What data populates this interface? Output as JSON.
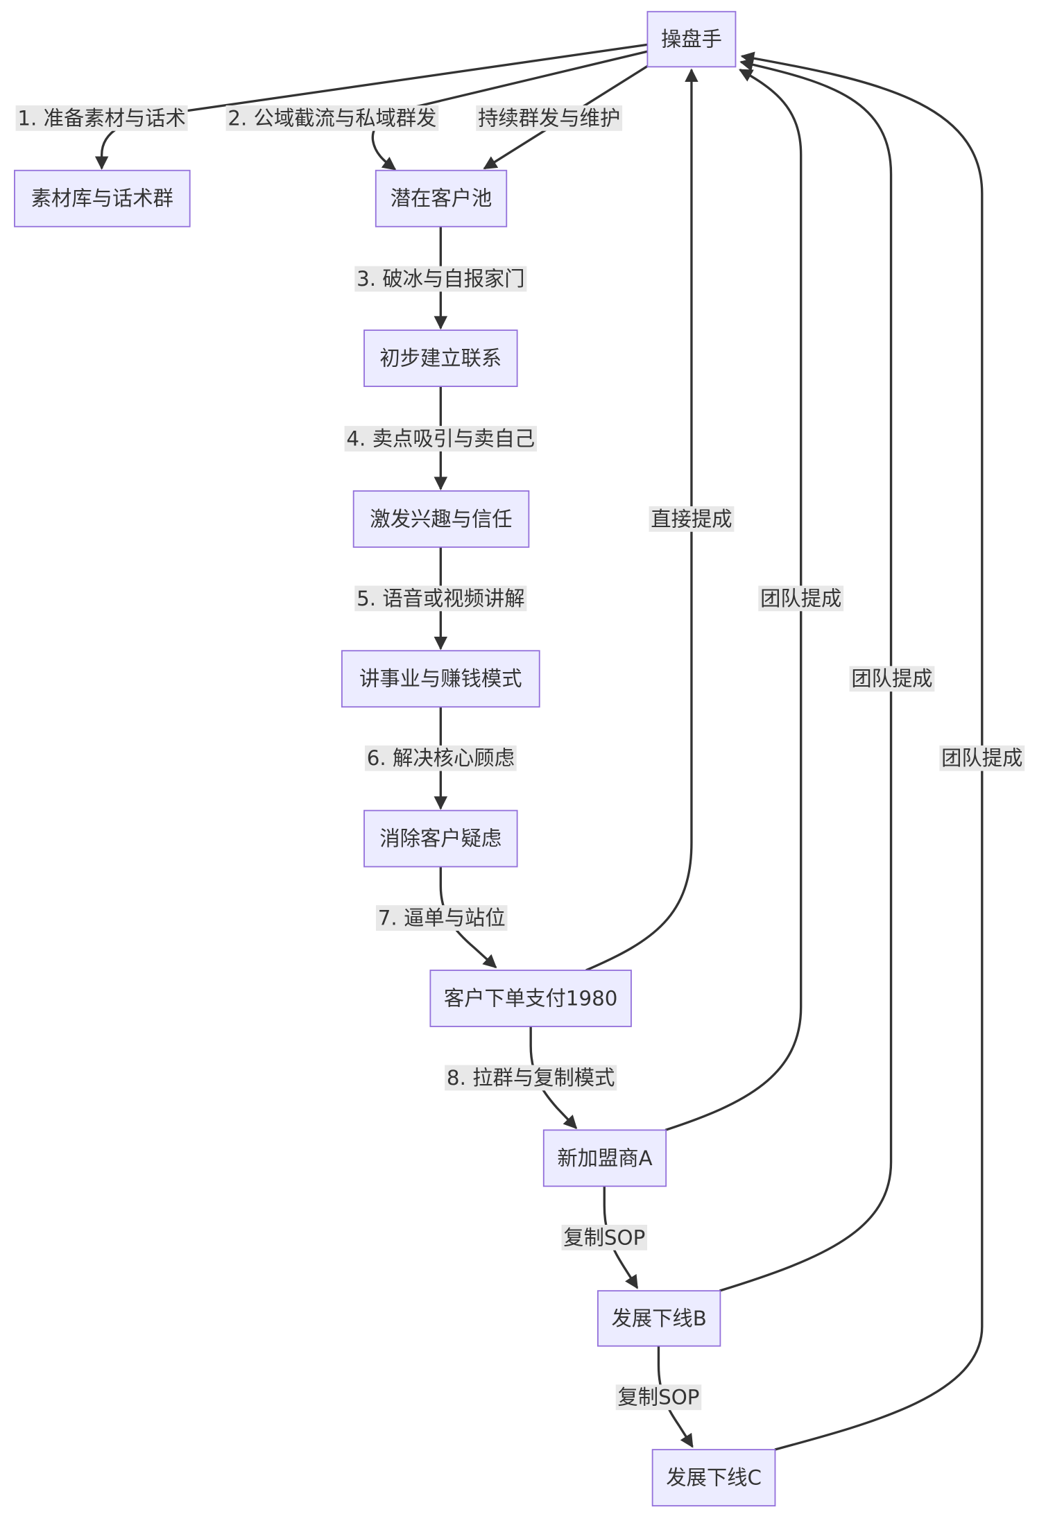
{
  "colors": {
    "node_fill": "#ECECFF",
    "node_stroke": "#9370DB",
    "edge_stroke": "#333333",
    "label_bg": "#E8E8E8",
    "text": "#333333"
  },
  "nodes": {
    "operator": "操盘手",
    "material_library": "素材库与话术群",
    "prospect_pool": "潜在客户池",
    "initial_contact": "初步建立联系",
    "interest_trust": "激发兴趣与信任",
    "business_model": "讲事业与赚钱模式",
    "resolve_doubts": "消除客户疑虑",
    "customer_order": "客户下单支付1980",
    "franchisee_a": "新加盟商A",
    "downline_b": "发展下线B",
    "downline_c": "发展下线C"
  },
  "edges": {
    "prepare_materials": "1. 准备素材与话术",
    "traffic_broadcast": "2. 公域截流与私域群发",
    "ongoing_maintenance": "持续群发与维护",
    "icebreak": "3. 破冰与自报家门",
    "selling_points": "4. 卖点吸引与卖自己",
    "voice_video": "5. 语音或视频讲解",
    "core_concerns": "6. 解决核心顾虑",
    "close_deal": "7. 逼单与站位",
    "group_replicate": "8. 拉群与复制模式",
    "replicate_sop_b": "复制SOP",
    "replicate_sop_c": "复制SOP",
    "direct_commission": "直接提成",
    "team_commission_a": "团队提成",
    "team_commission_b": "团队提成",
    "team_commission_c": "团队提成"
  }
}
